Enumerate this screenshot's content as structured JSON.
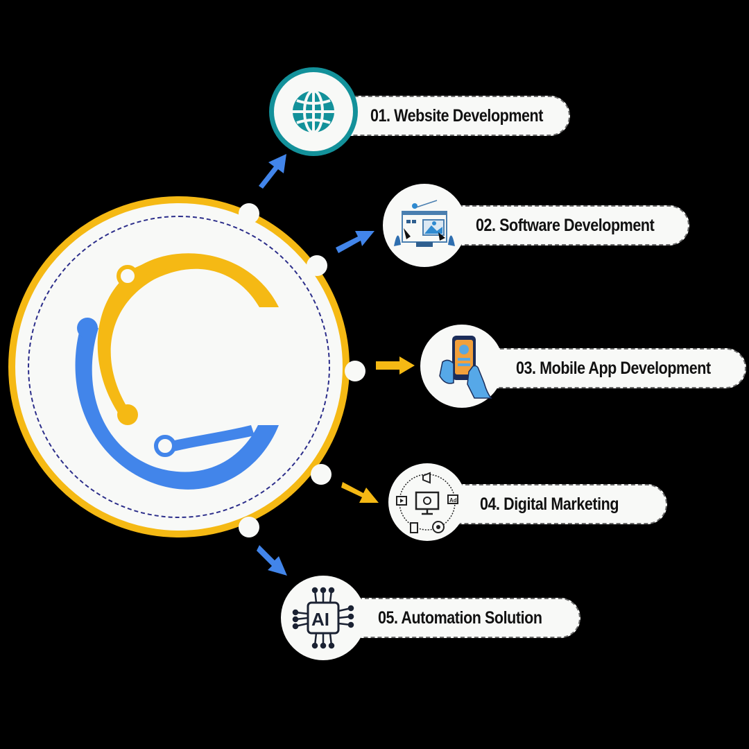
{
  "hub": {
    "logo": "c-circuit-logo",
    "colors": {
      "ring": "#f5b914",
      "logo_yellow": "#f5b914",
      "logo_blue": "#4285ea",
      "dash": "#2b2d8a"
    }
  },
  "services": [
    {
      "number": "01",
      "label": "01. Website Development",
      "icon": "globe-icon",
      "arrow_color": "#4285ea"
    },
    {
      "number": "02",
      "label": "02. Software Development",
      "icon": "software-dev-illustration-icon",
      "arrow_color": "#4285ea"
    },
    {
      "number": "03",
      "label": "03. Mobile App Development",
      "icon": "mobile-app-hand-icon",
      "arrow_color": "#f5b914"
    },
    {
      "number": "04",
      "label": "04. Digital Marketing",
      "icon": "digital-marketing-icon",
      "arrow_color": "#f5b914"
    },
    {
      "number": "05",
      "label": "05. Automation Solution",
      "icon": "ai-chip-icon",
      "arrow_color": "#4285ea"
    }
  ]
}
